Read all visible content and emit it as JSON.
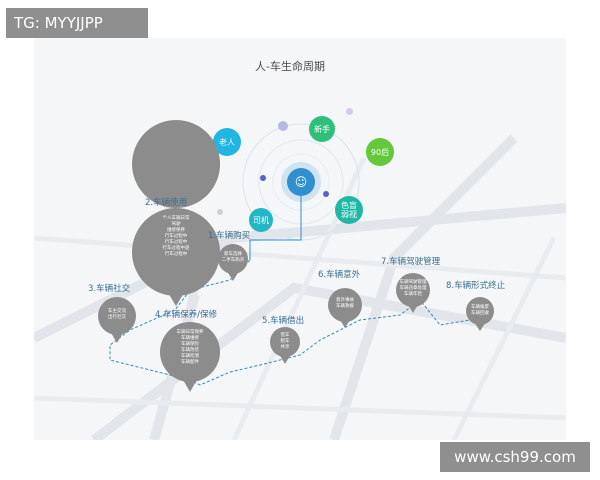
{
  "watermarks": {
    "top_left": "TG: MYYJJPP",
    "bottom_right": "www.csh99.com"
  },
  "diagram": {
    "title": "人-车生命周期",
    "persona_bubbles": [
      {
        "label": "老人",
        "color": "#1fb6e3"
      },
      {
        "label": "新手",
        "color": "#2ec07a"
      },
      {
        "label": "90后",
        "color": "#63c93a"
      },
      {
        "label": "色盲\n弱视",
        "color": "#1fb8a6"
      },
      {
        "label": "司机",
        "color": "#22b7c6"
      }
    ],
    "stages": [
      {
        "label": "1.车辆购买",
        "lines": [
          "新车选择",
          "二手车购买"
        ]
      },
      {
        "label": "2.车辆使用",
        "lines": [
          "个人车辆日常",
          "驾驶",
          "维修保养",
          "行车过程中",
          "行车过程中",
          "行车过程中途",
          "行车过程中"
        ]
      },
      {
        "label": "3.车辆社交",
        "lines": [
          "车主交流",
          "出行社交"
        ]
      },
      {
        "label": "4.车辆保养/保修",
        "lines": [
          "车辆日常保养",
          "车辆维修",
          "车辆保险",
          "车辆改装",
          "车辆检测",
          "车辆配件"
        ]
      },
      {
        "label": "5.车辆借出",
        "lines": [
          "借车",
          "租车",
          "共享"
        ]
      },
      {
        "label": "6.车辆意外",
        "lines": [
          "意外事故",
          "车辆救援"
        ]
      },
      {
        "label": "7.车辆驾驶管理",
        "lines": [
          "车辆驾驶管理",
          "车辆违章处理",
          "车辆年检"
        ]
      },
      {
        "label": "8.车辆形式终止",
        "lines": [
          "车辆报废",
          "车辆回收"
        ]
      }
    ]
  }
}
